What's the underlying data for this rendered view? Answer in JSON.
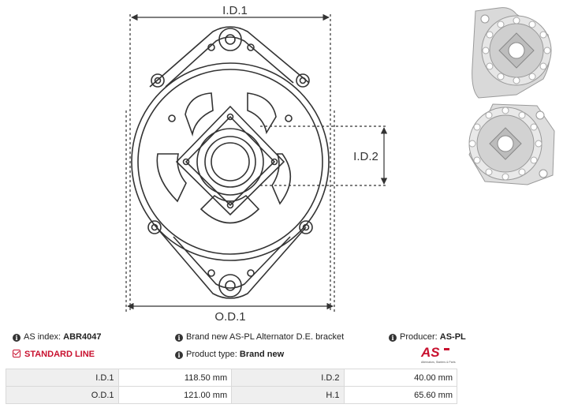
{
  "drawing": {
    "labels": {
      "id1": "I.D.1",
      "id2": "I.D.2",
      "od1": "O.D.1"
    }
  },
  "info": {
    "as_index_label": "AS index:",
    "as_index_value": "ABR4047",
    "description": "Brand new AS-PL Alternator D.E. bracket",
    "producer_label": "Producer:",
    "producer_value": "AS-PL",
    "line_label": "STANDARD LINE",
    "product_type_label": "Product type:",
    "product_type_value": "Brand new"
  },
  "logo": {
    "text": "AS",
    "tagline": "Alternators, Starters & Parts"
  },
  "specs": {
    "rows": [
      {
        "k1": "I.D.1",
        "v1": "118.50 mm",
        "k2": "I.D.2",
        "v2": "40.00 mm"
      },
      {
        "k1": "O.D.1",
        "v1": "121.00 mm",
        "k2": "H.1",
        "v2": "65.60 mm"
      }
    ]
  },
  "colors": {
    "accent": "#c8102e",
    "line": "#333333"
  }
}
